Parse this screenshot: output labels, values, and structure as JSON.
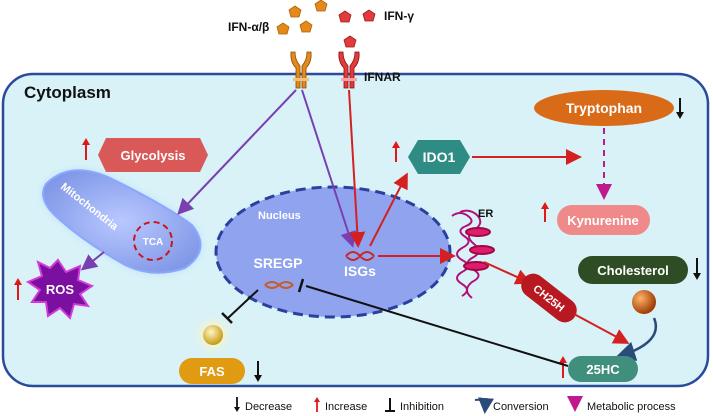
{
  "ligands": {
    "ifn_ab": "IFN-α/β",
    "ifn_g": "IFN-γ"
  },
  "receptor": {
    "label": "IFNAR"
  },
  "compartments": {
    "cytoplasm": "Cytoplasm",
    "nucleus": "Nucleus",
    "mitochondria": "Mitochondria",
    "tca": "TCA",
    "er": "ER"
  },
  "nodes": {
    "glycolysis": "Glycolysis",
    "ros": "ROS",
    "ido1": "IDO1",
    "tryptophan": "Tryptophan",
    "kynurenine": "Kynurenine",
    "cholesterol": "Cholesterol",
    "ch25h": "CH25H",
    "hc25": "25HC",
    "isgs": "ISGs",
    "sregp": "SREGP",
    "fas": "FAS"
  },
  "legend": {
    "decrease": "Decrease",
    "increase": "Increase",
    "inhibition": "Inhibition",
    "conversion": "Conversion",
    "metabolic": "Metabolic process"
  },
  "colors": {
    "cell_fill": "#d8f2f8",
    "cell_border": "#2a4a9a",
    "nucleus_fill": "#8fa3ee",
    "increase": "#e01818",
    "decrease": "#111111",
    "purple_arrow": "#7a3fb0",
    "red_arrow": "#d42020",
    "metabolic": "#c0198c",
    "glycolysis": "#d95858",
    "ido1": "#2f8c84",
    "tryptophan": "#d86a18",
    "kynurenine": "#f08a8a",
    "cholesterol": "#2f4d25",
    "ch25h": "#b81820",
    "hc25": "#3f8f7c",
    "fas": "#e09b12",
    "ros": "#7a0fa0"
  }
}
